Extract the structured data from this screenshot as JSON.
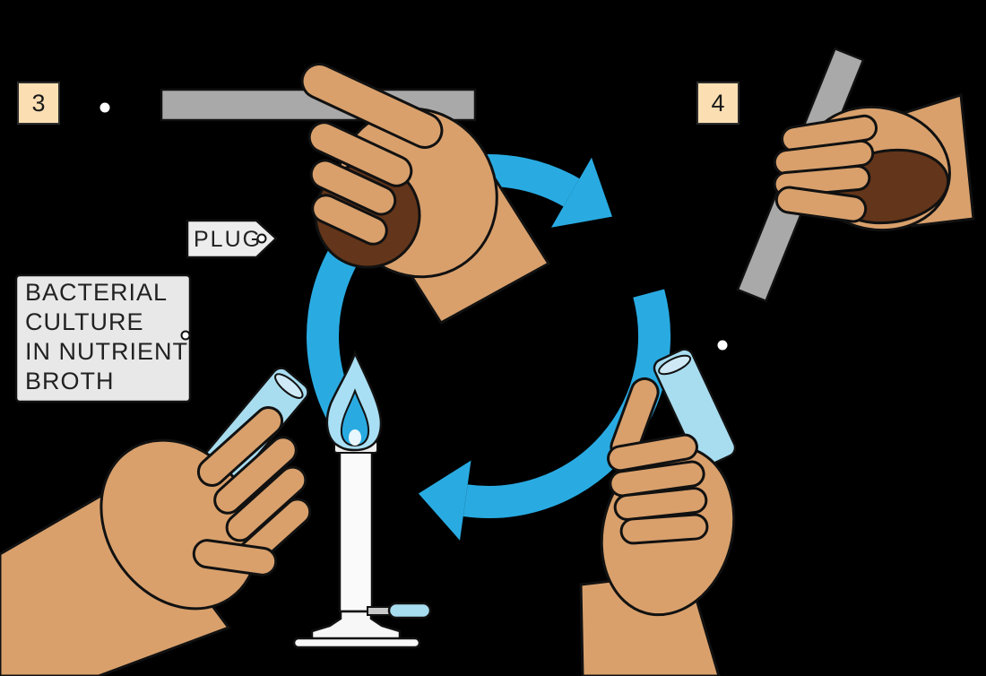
{
  "steps": {
    "step3_label": "3",
    "step4_label": "4"
  },
  "tags": {
    "plug_label": "PLUG",
    "culture_label_lines": [
      "BACTERIAL",
      "CULTURE",
      "IN NUTRIENT",
      "BROTH"
    ]
  },
  "colors": {
    "background": "#000000",
    "step_badge_bg": "#FBDFB3",
    "tag_bg": "#EDEDED",
    "rotation_arrow_blue": "#29ABE2",
    "tube_blue": "#A8DDF0",
    "flame_outer_blue": "#A9DFF4",
    "flame_inner_blue": "#29ABE2",
    "skin_tone": "#D9A06C",
    "plug_brown": "#63351A",
    "rod_gray": "#A9A9A9",
    "burner_white": "#F7F7F7"
  }
}
